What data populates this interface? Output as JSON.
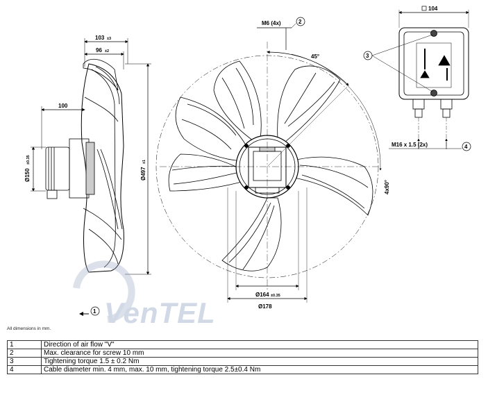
{
  "dimensions": {
    "side_overall": "103",
    "side_overall_tol": "±3",
    "side_inner": "96",
    "side_inner_tol": "±2",
    "motor_depth": "100",
    "hub_diameter": "Ø150",
    "hub_diameter_tol": "±0.35",
    "outer_diameter": "Ø497",
    "outer_diameter_tol": "±1",
    "screw_thread": "M6 (4x)",
    "angle": "45°",
    "angle_pattern": "4x90°",
    "bolt_circle": "Ø164",
    "bolt_circle_tol": "±0.35",
    "mount_diameter": "Ø178",
    "box_size": "104",
    "cable_gland": "M16 x 1.5 (2x)"
  },
  "callouts": {
    "c1": "1",
    "c2": "2",
    "c3": "3",
    "c4": "4"
  },
  "watermark": "VenTEL",
  "note": "All dimensions in mm.",
  "legend": [
    {
      "num": "1",
      "text": "Direction of air flow \"V\""
    },
    {
      "num": "2",
      "text": "Max. clearance for screw 10 mm"
    },
    {
      "num": "3",
      "text": "Tightening torque 1.5 ± 0.2 Nm"
    },
    {
      "num": "4",
      "text": "Cable diameter min. 4 mm, max. 10 mm, tightening torque 2.5±0.4 Nm"
    }
  ]
}
